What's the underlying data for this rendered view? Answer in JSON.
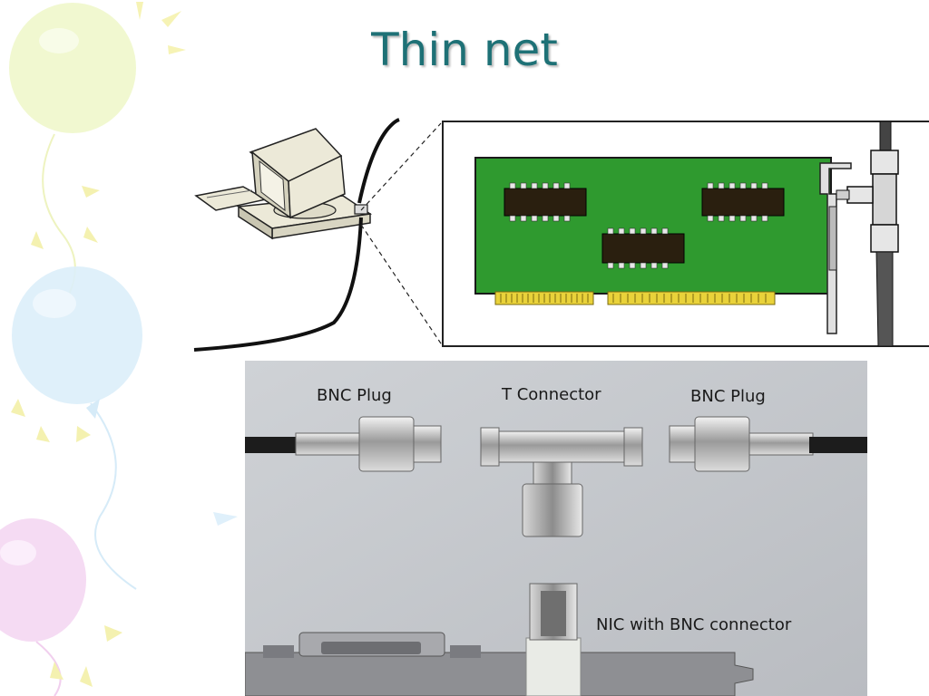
{
  "slide": {
    "title": "Thin net"
  },
  "illustration": {
    "computer_icon": "computer-icon",
    "card_icon": "network-interface-card-icon"
  },
  "photo": {
    "labels": {
      "bnc_plug_left": "BNC Plug",
      "t_connector": "T Connector",
      "bnc_plug_right": "BNC Plug",
      "nic_with_bnc": "NIC with BNC connector"
    }
  },
  "colors": {
    "title": "#1e7176",
    "card_green": "#2f9a2f",
    "photo_background": "#c3c7cc"
  }
}
